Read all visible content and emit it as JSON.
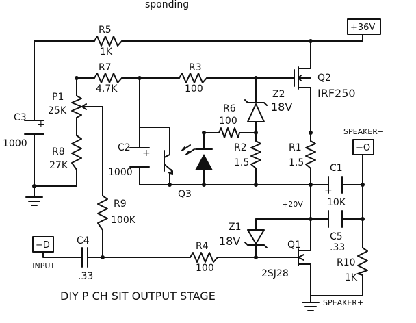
{
  "top_caption": "sponding",
  "caption": "DIY P CH SIT OUTPUT STAGE",
  "terminals": {
    "plus36v": "+36V",
    "neg_out": "−O",
    "neg_in": "−D",
    "speaker_minus": "SPEAKER−",
    "speaker_plus": "SPEAKER+",
    "input": "−INPUT",
    "rail_20v": "+20V"
  },
  "components": {
    "R5": {
      "ref": "R5",
      "value": "1K"
    },
    "R7": {
      "ref": "R7",
      "value": "4.7K"
    },
    "R3": {
      "ref": "R3",
      "value": "100"
    },
    "R6": {
      "ref": "R6",
      "value": "100"
    },
    "R2": {
      "ref": "R2",
      "value": "1.5"
    },
    "R1": {
      "ref": "R1",
      "value": "1.5"
    },
    "R8": {
      "ref": "R8",
      "value": "27K"
    },
    "R9": {
      "ref": "R9",
      "value": "100K"
    },
    "R4": {
      "ref": "R4",
      "value": "100"
    },
    "R10": {
      "ref": "R10",
      "value": "1K"
    },
    "P1": {
      "ref": "P1",
      "value": "25K"
    },
    "C1": {
      "ref": "C1",
      "value": "10K"
    },
    "C2": {
      "ref": "C2",
      "value": "1000"
    },
    "C3": {
      "ref": "C3",
      "value": "1000"
    },
    "C4": {
      "ref": "C4",
      "value": ".33"
    },
    "C5": {
      "ref": "C5",
      "value": ".33"
    },
    "Z1": {
      "ref": "Z1",
      "value": "18V"
    },
    "Z2": {
      "ref": "Z2",
      "value": "18V"
    },
    "Q1": {
      "ref": "Q1",
      "value": "2SJ28"
    },
    "Q2": {
      "ref": "Q2",
      "value": "IRF250"
    },
    "Q3": {
      "ref": "Q3",
      "value": ""
    }
  },
  "polarity_plus": "+"
}
